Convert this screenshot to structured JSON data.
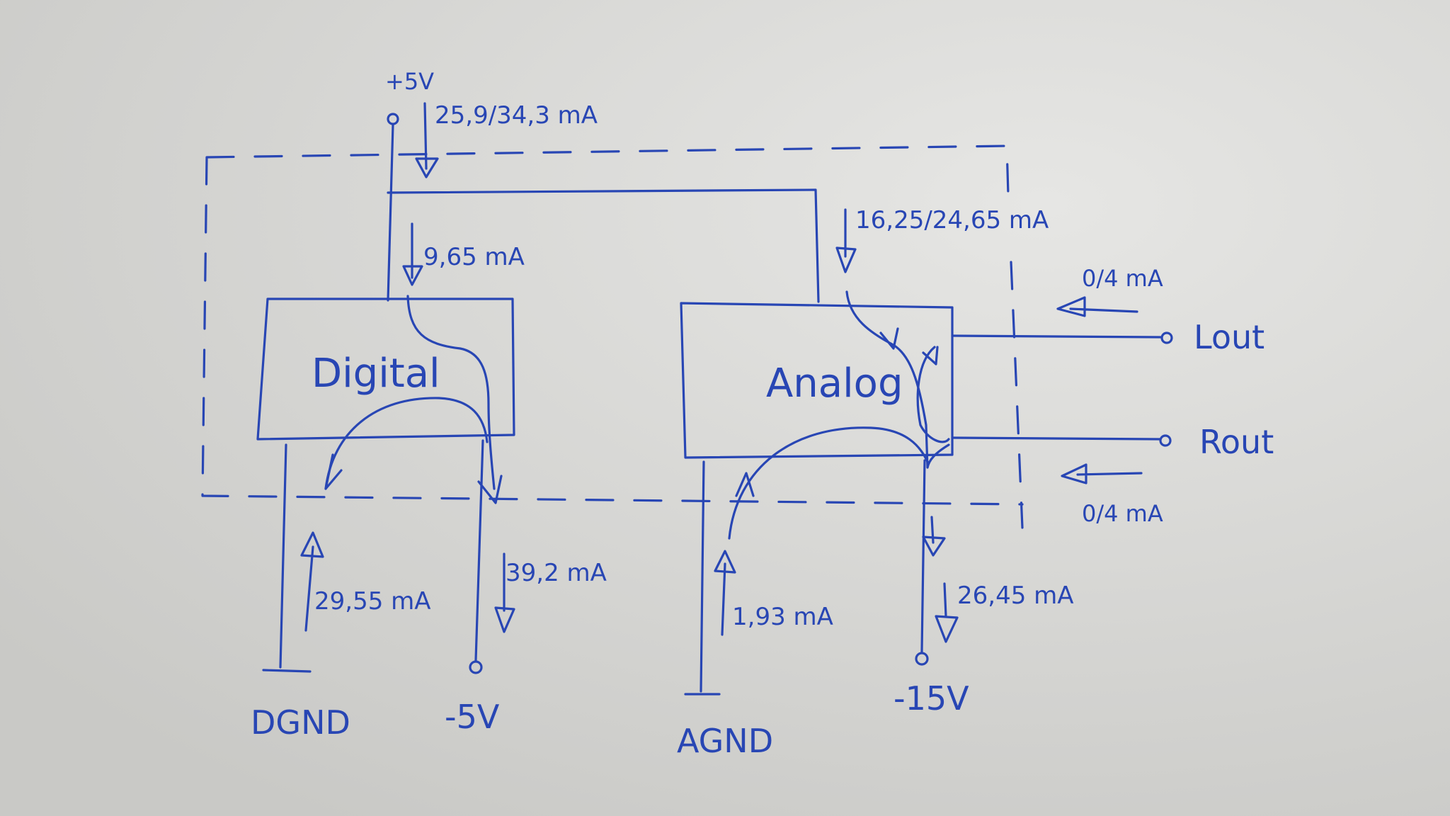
{
  "diagram": {
    "supply_plus5": "+5V",
    "supply_minus5": "-5V",
    "supply_minus15": "-15V",
    "dgnd": "DGND",
    "agnd": "AGND",
    "lout": "Lout",
    "rout": "Rout",
    "block_digital": "Digital",
    "block_analog": "Analog",
    "current_plus5_total": "25,9/34,3 mA",
    "current_digital_in": "9,65 mA",
    "current_analog_in": "16,25/24,65 mA",
    "current_lout": "0/4 mA",
    "current_rout": "0/4 mA",
    "current_dgnd": "29,55 mA",
    "current_minus5": "39,2 mA",
    "current_agnd": "1,93 mA",
    "current_minus15": "26,45 mA"
  },
  "colors": {
    "ink": "#2846b4",
    "paper": "#dcdcda"
  }
}
